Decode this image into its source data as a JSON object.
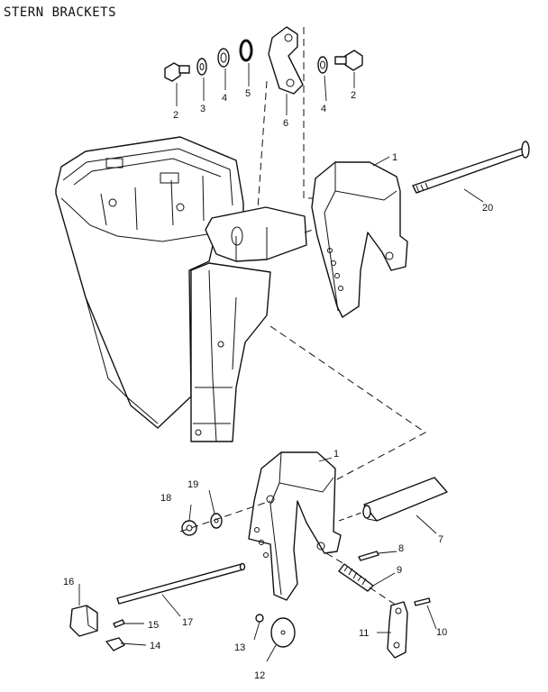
{
  "title": "STERN BRACKETS",
  "callouts": {
    "c1_top": "1",
    "c2_left": "2",
    "c3": "3",
    "c4_left": "4",
    "c5": "5",
    "c6": "6",
    "c4_right": "4",
    "c2_right": "2",
    "c20": "20",
    "c1_bottom": "1",
    "c18": "18",
    "c19": "19",
    "c7": "7",
    "c8": "8",
    "c9": "9",
    "c16": "16",
    "c17": "17",
    "c15": "15",
    "c14": "14",
    "c13": "13",
    "c12": "12",
    "c11": "11",
    "c10": "10"
  }
}
